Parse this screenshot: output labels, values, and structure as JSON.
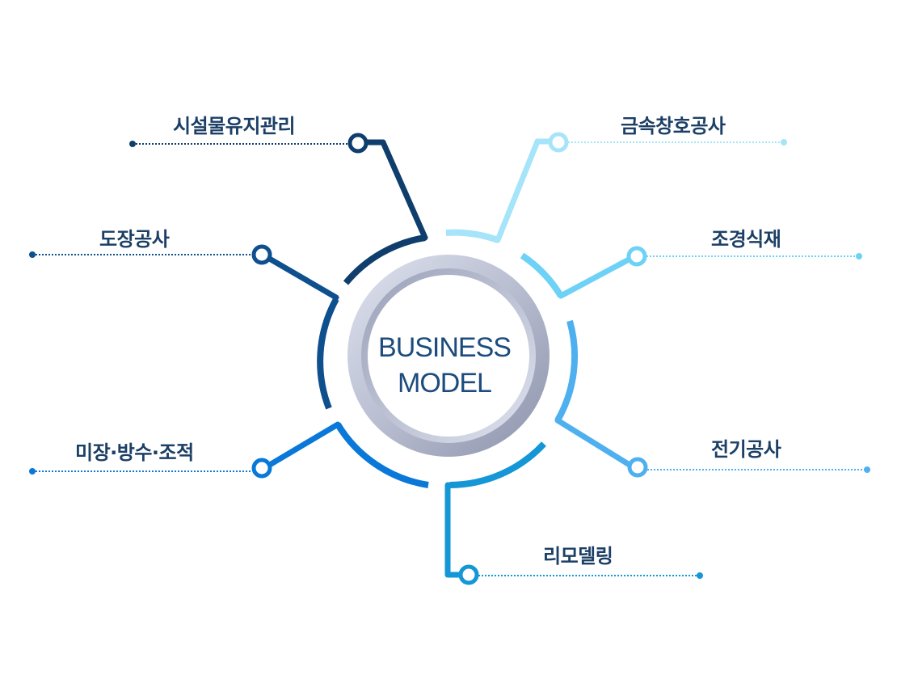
{
  "center": {
    "line1": "BUSINESS",
    "line2": "MODEL"
  },
  "nodes": [
    {
      "id": "facility-maintenance",
      "label": "시설물유지관리",
      "color": "#0f3e6d"
    },
    {
      "id": "painting",
      "label": "도장공사",
      "color": "#0e4f8e"
    },
    {
      "id": "plaster-waterproof",
      "label": "미장·방수·조적",
      "color": "#0a78d8"
    },
    {
      "id": "remodeling",
      "label": "리모델링",
      "color": "#1596d6"
    },
    {
      "id": "electrical",
      "label": "전기공사",
      "color": "#4fb0f0"
    },
    {
      "id": "landscaping",
      "label": "조경식재",
      "color": "#6dd2f5"
    },
    {
      "id": "metal-window",
      "label": "금속창호공사",
      "color": "#a6e4fa"
    }
  ]
}
